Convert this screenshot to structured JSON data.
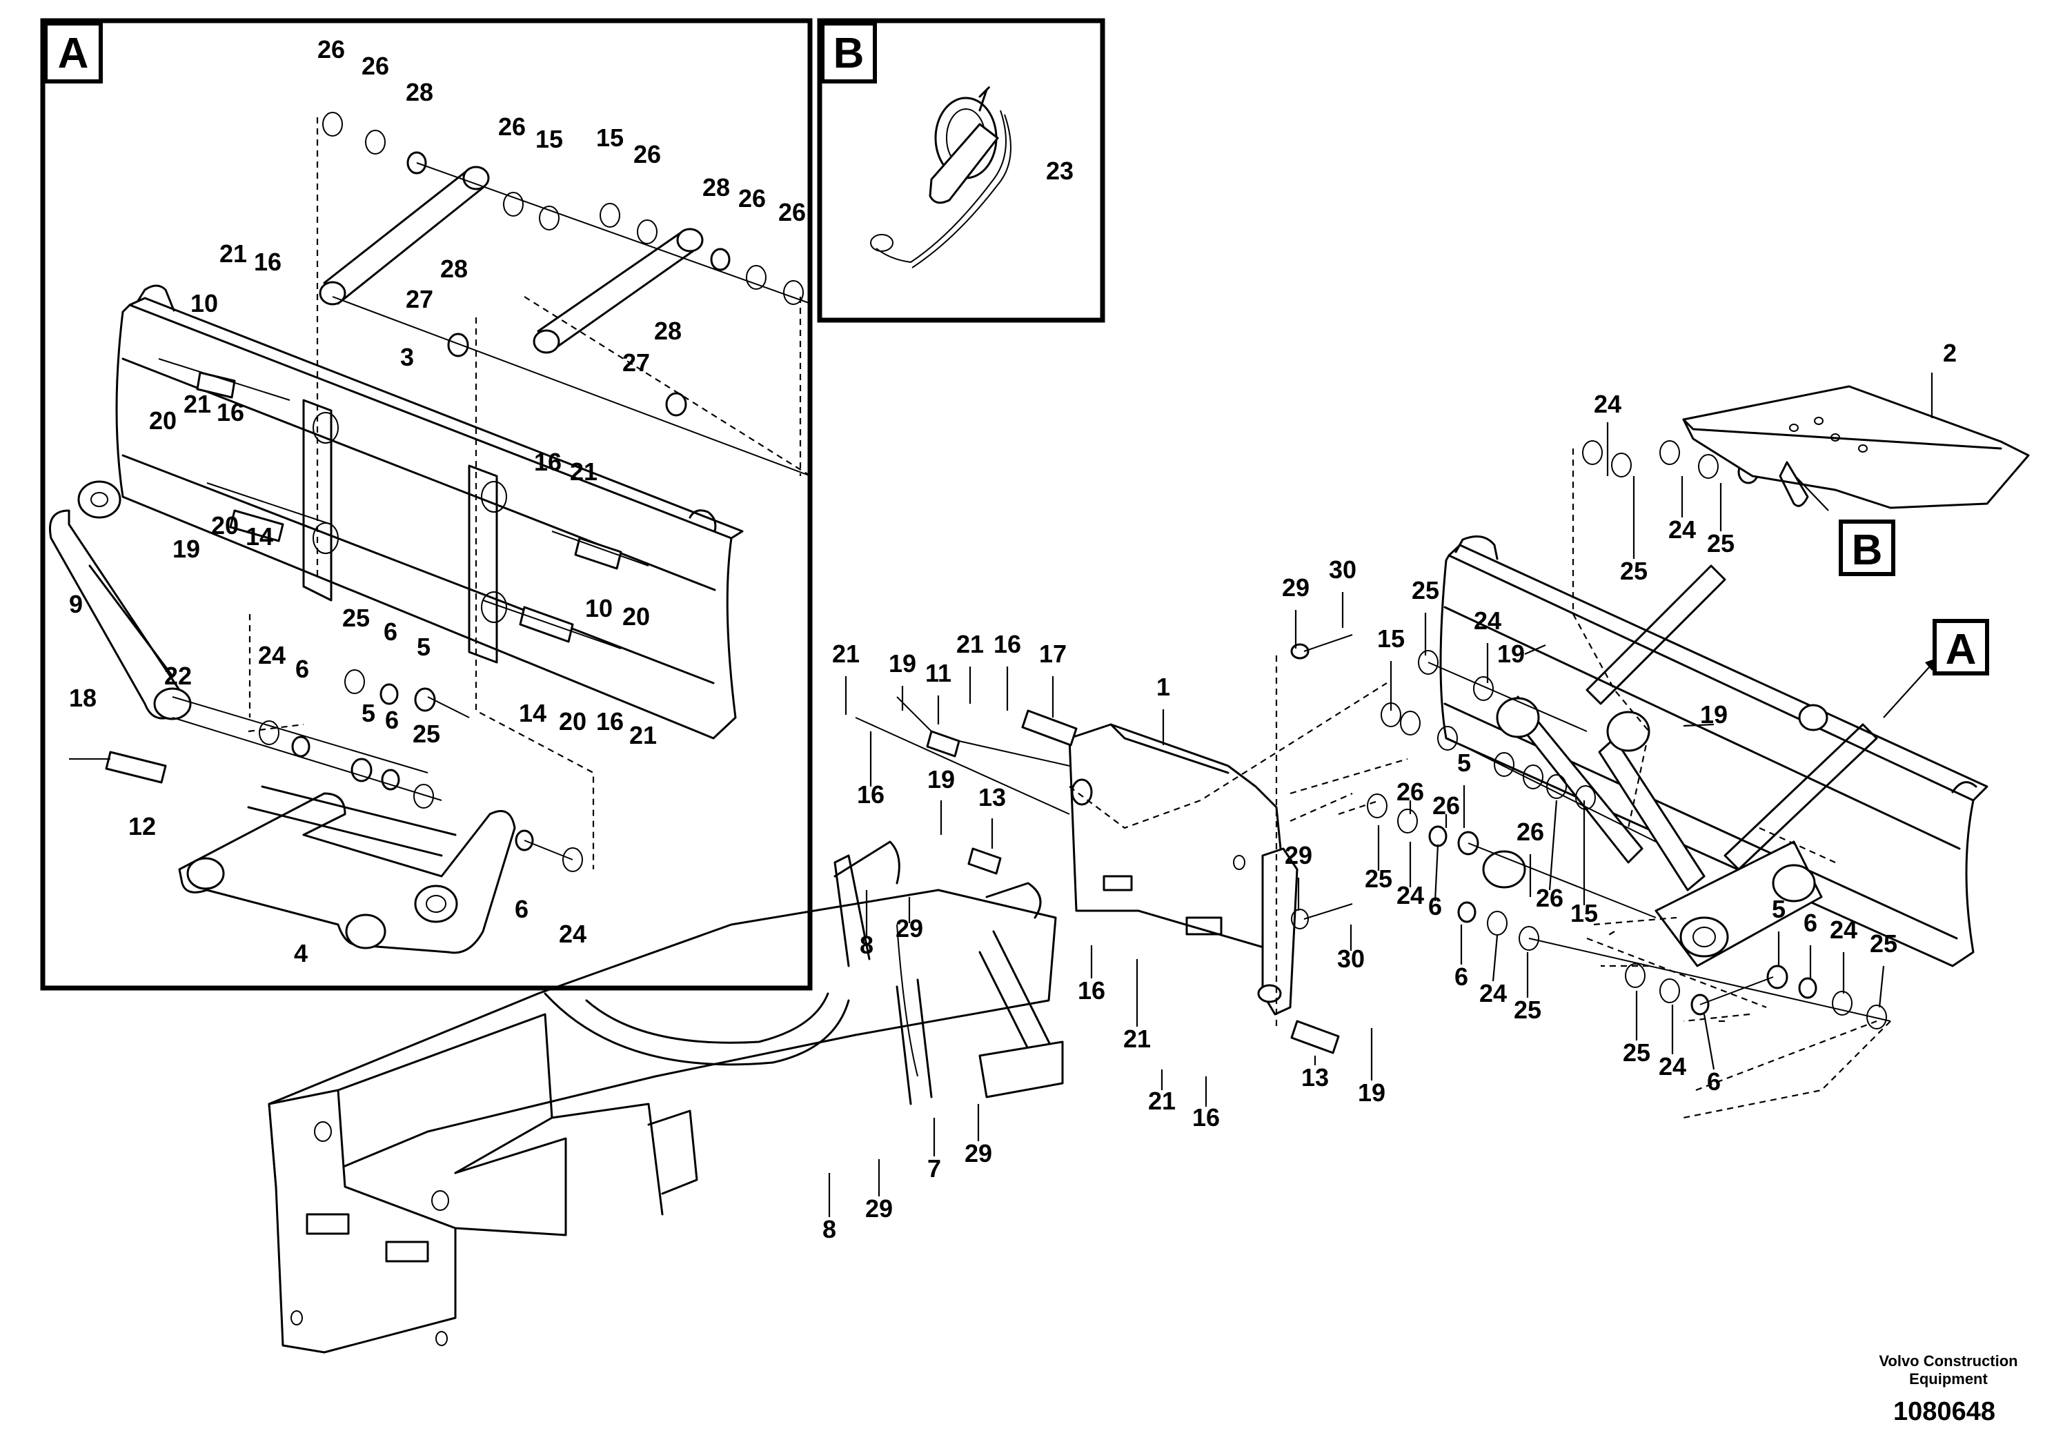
{
  "detail_labels": {
    "a": "A",
    "b": "B"
  },
  "footer": {
    "company": "Volvo Construction",
    "company_line2": "Equipment",
    "drawing_number": "1080648"
  },
  "callouts": {
    "a1": "26",
    "a2": "26",
    "a3": "28",
    "a4": "26",
    "a5": "15",
    "a6": "15",
    "a7": "26",
    "a8": "28",
    "a9": "26",
    "a10": "26",
    "a11": "21",
    "a12": "16",
    "a13": "10",
    "a14": "28",
    "a15": "27",
    "a16": "27",
    "a17": "28",
    "a18": "3",
    "a19": "21",
    "a20": "16",
    "a21": "20",
    "a22": "16",
    "a23": "21",
    "a24": "20",
    "a25": "14",
    "a26": "9",
    "a27": "19",
    "a28": "10",
    "a29": "20",
    "a30": "25",
    "a31": "6",
    "a32": "5",
    "a33": "24",
    "a34": "6",
    "a35": "18",
    "a36": "22",
    "a37": "5",
    "a38": "6",
    "a39": "25",
    "a40": "14",
    "a41": "20",
    "a42": "16",
    "a43": "21",
    "a44": "12",
    "a45": "6",
    "a46": "24",
    "a47": "4",
    "b1": "23",
    "m1": "2",
    "m2": "24",
    "m3": "24",
    "m4": "25",
    "m5": "25",
    "m6": "B",
    "m7": "29",
    "m8": "30",
    "m9": "25",
    "m10": "15",
    "m11": "24",
    "m12": "19",
    "m13": "A",
    "m14": "21",
    "m15": "19",
    "m16": "21",
    "m17": "16",
    "m18": "17",
    "m19": "1",
    "m20": "11",
    "m21": "16",
    "m22": "19",
    "m23": "13",
    "m24": "19",
    "m25": "5",
    "m26": "26",
    "m27": "26",
    "m28": "26",
    "m29": "25",
    "m30": "24",
    "m31": "6",
    "m32": "26",
    "m33": "15",
    "m34": "29",
    "m35": "30",
    "m36": "5",
    "m37": "6",
    "m38": "24",
    "m39": "25",
    "m40": "6",
    "m41": "24",
    "m42": "25",
    "m43": "8",
    "m44": "29",
    "m45": "16",
    "m46": "21",
    "m47": "13",
    "m48": "19",
    "m49": "21",
    "m50": "16",
    "m51": "25",
    "m52": "24",
    "m53": "6",
    "m54": "7",
    "m55": "29",
    "m56": "8",
    "m57": "29"
  }
}
